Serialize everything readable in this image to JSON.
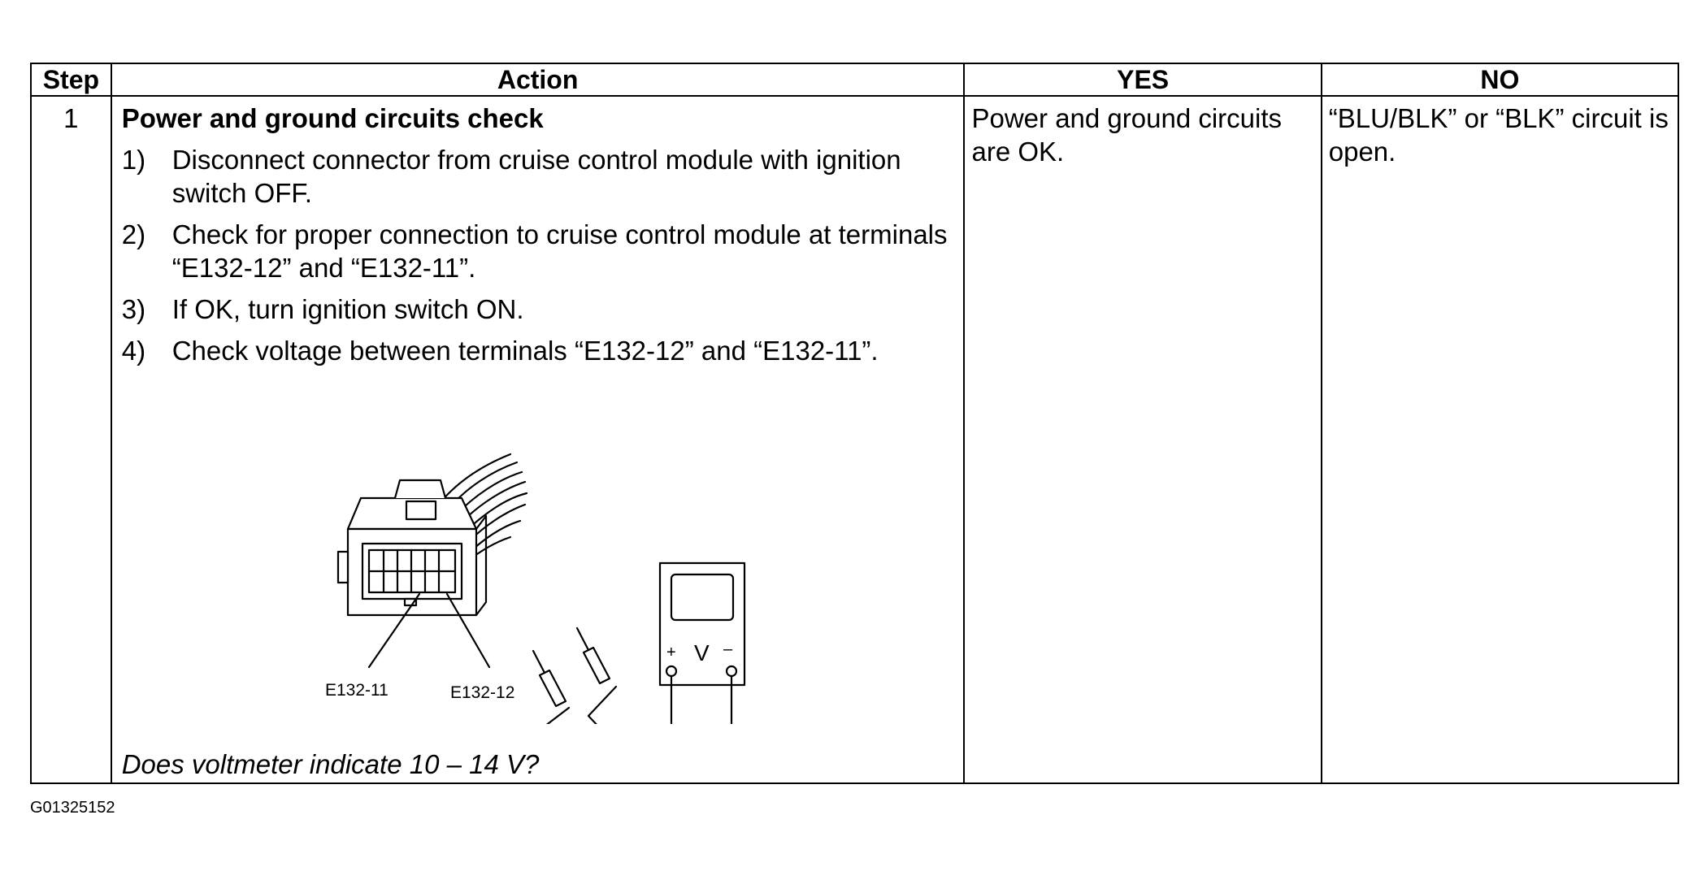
{
  "table": {
    "headers": {
      "step": "Step",
      "action": "Action",
      "yes": "YES",
      "no": "NO"
    },
    "rows": [
      {
        "step": "1",
        "title": "Power and ground circuits check",
        "substeps": [
          {
            "num": "1)",
            "text": "Disconnect connector from cruise control module with ignition switch OFF."
          },
          {
            "num": "2)",
            "text": "Check for proper connection to cruise control module at terminals “E132-12” and “E132-11”."
          },
          {
            "num": "3)",
            "text": "If OK, turn ignition switch ON."
          },
          {
            "num": "4)",
            "text": "Check voltage between terminals “E132-12” and “E132-11”."
          }
        ],
        "figure": {
          "label_left_terminal": "E132-11",
          "label_right_terminal": "E132-12",
          "meter_plus": "+",
          "meter_unit": "V",
          "meter_minus": "–"
        },
        "question": "Does voltmeter indicate 10 – 14 V?",
        "yes": "Power and ground circuits are OK.",
        "no": "“BLU/BLK” or “BLK” circuit is open."
      }
    ]
  },
  "footer": {
    "code": "G01325152"
  }
}
